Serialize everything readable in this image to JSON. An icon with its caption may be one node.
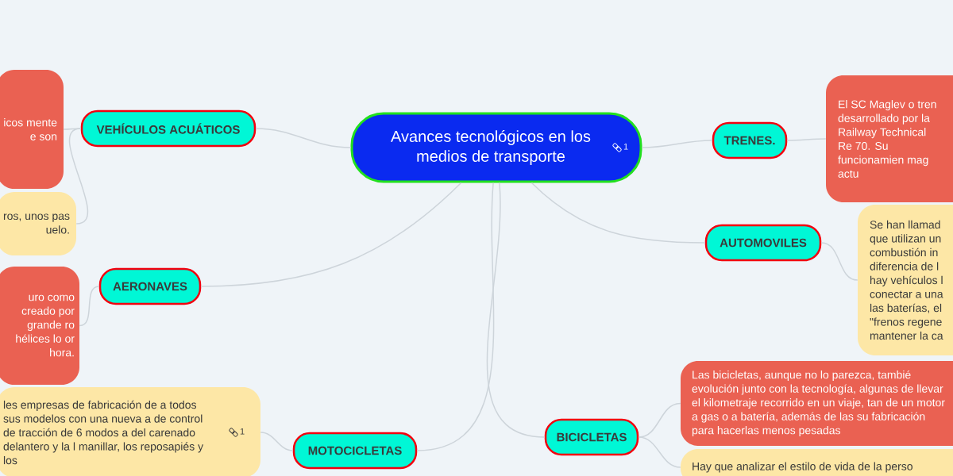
{
  "diagram": {
    "nodes": [
      {
        "text": [
          "Avances tecnológicos en los medios de transporte",
          "1"
        ]
      },
      {
        "text": [
          "VEHÍCULOS ACUÁTICOS"
        ]
      },
      {
        "text": [
          "AERONAVES"
        ]
      },
      {
        "text": [
          "MOTOCICLETAS"
        ]
      },
      {
        "text": [
          "TRENES."
        ]
      },
      {
        "text": [
          "AUTOMOVILES"
        ]
      },
      {
        "text": [
          "BICICLETAS"
        ]
      },
      {
        "text": [
          "icos mente e son"
        ]
      },
      {
        "text": [
          "ros, unos pas uelo."
        ]
      },
      {
        "text": [
          "uro como creado por grande ro hélices lo or hora."
        ]
      },
      {
        "text": [
          "les empresas de fabricación de a todos sus modelos con una nueva a de control de tracción de 6 modos a del carenado delantero y la l manillar, los reposapiés y los",
          "1"
        ]
      },
      {
        "text": [
          "El SC Maglev o tren desarrollado por la Railway Technical Re 70. Su funcionamien mag actu"
        ]
      },
      {
        "text": [
          "Se han llamad que utilizan un combustión in diferencia de l hay vehículos l conectar a una las baterías, el \"frenos regene mantener la ca"
        ]
      },
      {
        "text": [
          "Las bicicletas, aunque no lo parezca, tambié evolución junto con la tecnología, algunas de llevar el kilometraje recorrido en un viaje, tan de un motor a gas o a batería, además de las su fabricación para hacerlas menos pesadas"
        ]
      },
      {
        "text": [
          "Hay que analizar el estilo de vida de la perso"
        ]
      }
    ],
    "edges": [
      {
        "from": 0,
        "to": 1,
        "arrow": "none"
      },
      {
        "from": 0,
        "to": 2,
        "arrow": "none"
      },
      {
        "from": 0,
        "to": 3,
        "arrow": "none"
      },
      {
        "from": 0,
        "to": 4,
        "arrow": "none"
      },
      {
        "from": 0,
        "to": 5,
        "arrow": "none"
      },
      {
        "from": 0,
        "to": 6,
        "arrow": "none"
      },
      {
        "from": 1,
        "to": 7,
        "arrow": "none"
      },
      {
        "from": 1,
        "to": 8,
        "arrow": "none"
      },
      {
        "from": 2,
        "to": 9,
        "arrow": "none"
      },
      {
        "from": 3,
        "to": 10,
        "arrow": "none"
      },
      {
        "from": 4,
        "to": 11,
        "arrow": "none"
      },
      {
        "from": 5,
        "to": 12,
        "arrow": "none"
      },
      {
        "from": 6,
        "to": 13,
        "arrow": "none"
      },
      {
        "from": 6,
        "to": 14,
        "arrow": "none"
      }
    ]
  }
}
